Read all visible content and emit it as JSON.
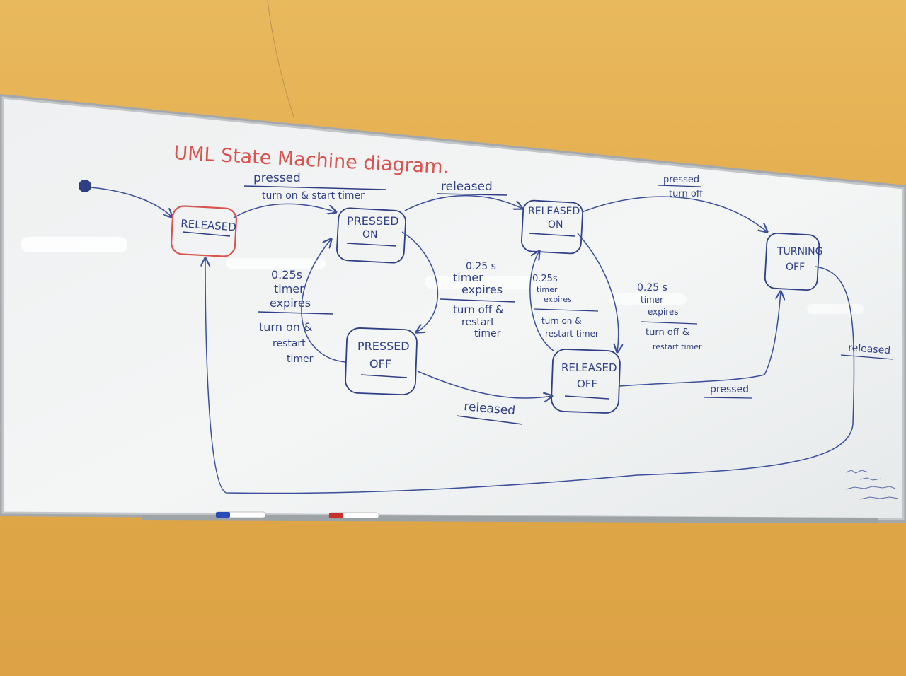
{
  "title": "UML State Machine diagram.",
  "states": {
    "released": "RELEASED",
    "pressed_on": [
      "PRESSED",
      "ON"
    ],
    "released_on": [
      "RELEASED",
      "ON"
    ],
    "turning_off": [
      "TURNING",
      "OFF"
    ],
    "pressed_off": [
      "PRESSED",
      "OFF"
    ],
    "released_off": [
      "RELEASED",
      "OFF"
    ]
  },
  "transitions": {
    "released_to_pressed_on": [
      "pressed",
      "turn on & start timer"
    ],
    "pressed_on_to_released_on": [
      "released"
    ],
    "released_on_to_turning_off": [
      "pressed",
      "turn off"
    ],
    "pressed_off_to_pressed_on": [
      "0.25s",
      "timer",
      "expires",
      "turn on &",
      "restart",
      "timer"
    ],
    "pressed_on_to_pressed_off": [
      "0.25 s",
      "timer",
      "expires",
      "turn off &",
      "restart",
      "timer"
    ],
    "released_off_to_released_on": [
      "0.25s",
      "timer",
      "expires",
      "turn on &",
      "restart timer"
    ],
    "released_on_to_released_off": [
      "0.25 s",
      "timer",
      "expires",
      "turn off &",
      "restart timer"
    ],
    "pressed_off_to_released_off": [
      "released"
    ],
    "released_off_to_turning_off": [
      "pressed"
    ],
    "turning_off_to_released": [
      "released"
    ]
  },
  "colors": {
    "wall": "#e3ab4a",
    "board": "#f2f4f4",
    "frame": "#b9bcbd",
    "ink_blue": "#3b4f9a",
    "ink_red": "#d9534f"
  }
}
